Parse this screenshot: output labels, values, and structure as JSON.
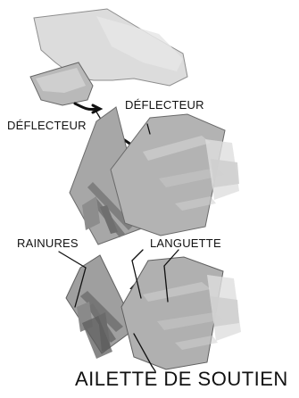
{
  "labels": {
    "deflector_left": "DÉFLECTEUR",
    "deflector_right": "DÉFLECTEUR",
    "rainures": "RAINURES",
    "languette": "LANGUETTE",
    "ailette_de_soutien": "AILETTE DE SOUTIEN"
  },
  "icons": {
    "arrow": "curved-arrow-icon"
  },
  "colors": {
    "background": "#ffffff",
    "text": "#111111",
    "panel_light": "#c9c9c9",
    "panel_mid": "#9a9a9a",
    "panel_dark": "#555555",
    "hand": "#d8d8d8"
  }
}
